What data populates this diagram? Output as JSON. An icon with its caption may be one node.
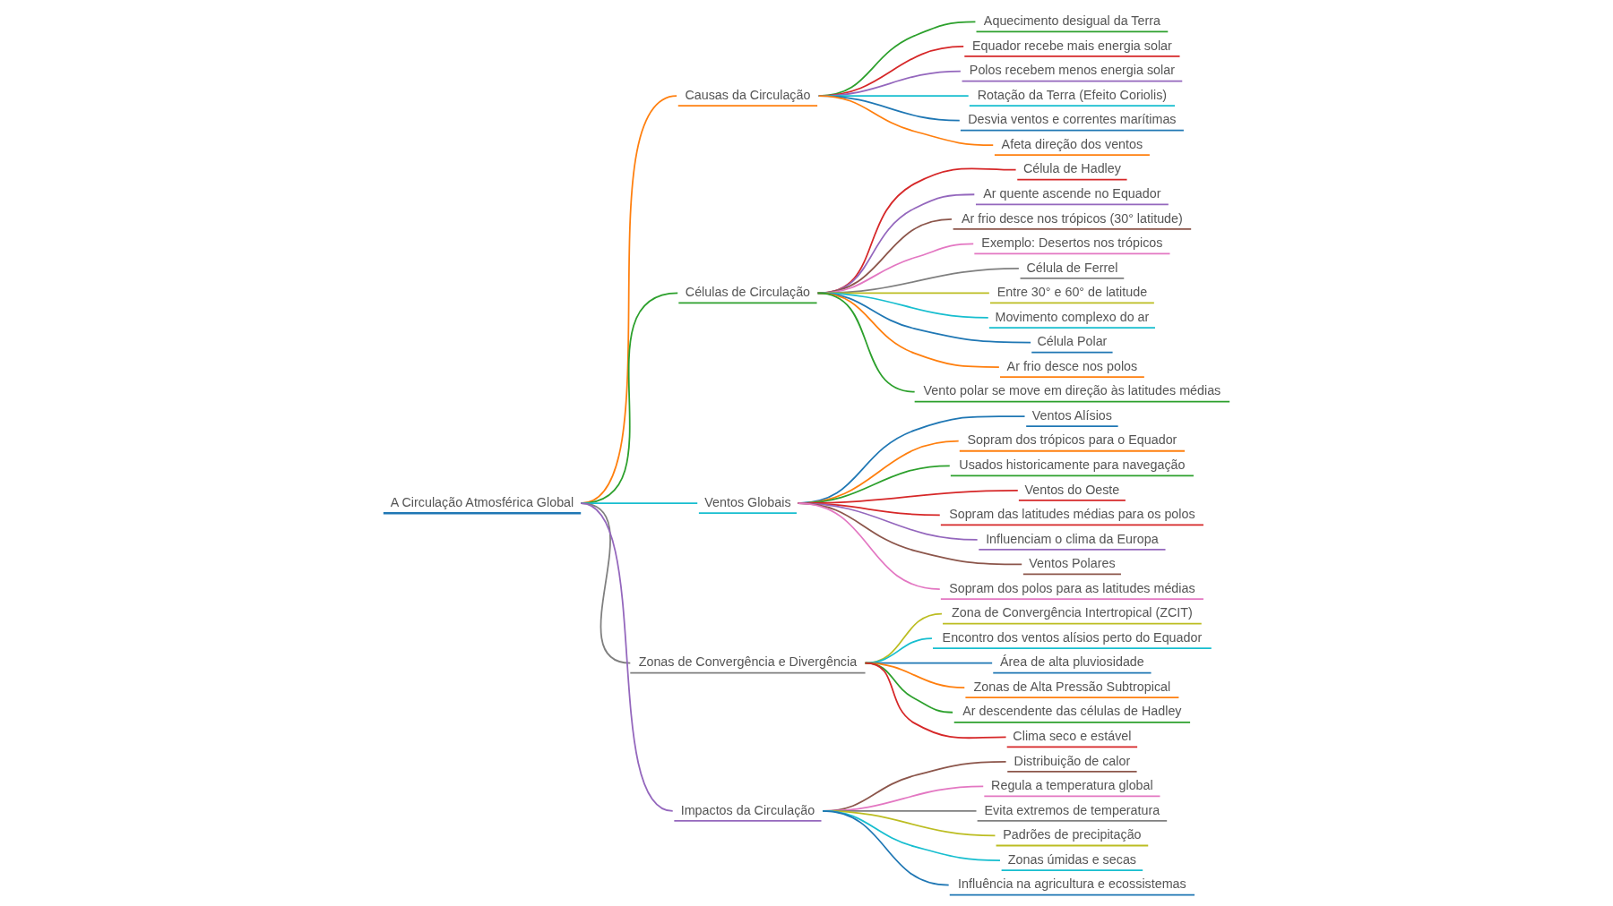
{
  "diagram": {
    "nodes": [
      {
        "text": [
          "A Circulação Atmosférica Global"
        ]
      },
      {
        "text": [
          "Causas da Circulação"
        ]
      },
      {
        "text": [
          "Aquecimento desigual da Terra"
        ]
      },
      {
        "text": [
          "Equador recebe mais energia solar"
        ]
      },
      {
        "text": [
          "Polos recebem menos energia solar"
        ]
      },
      {
        "text": [
          "Rotação da Terra (Efeito Coriolis)"
        ]
      },
      {
        "text": [
          "Desvia ventos e correntes marítimas"
        ]
      },
      {
        "text": [
          "Afeta direção dos ventos"
        ]
      },
      {
        "text": [
          "Células de Circulação"
        ]
      },
      {
        "text": [
          "Célula de Hadley"
        ]
      },
      {
        "text": [
          "Ar quente ascende no Equador"
        ]
      },
      {
        "text": [
          "Ar frio desce nos trópicos (30° latitude)"
        ]
      },
      {
        "text": [
          "Exemplo: Desertos nos trópicos"
        ]
      },
      {
        "text": [
          "Célula de Ferrel"
        ]
      },
      {
        "text": [
          "Entre 30° e 60° de latitude"
        ]
      },
      {
        "text": [
          "Movimento complexo do ar"
        ]
      },
      {
        "text": [
          "Célula Polar"
        ]
      },
      {
        "text": [
          "Ar frio desce nos polos"
        ]
      },
      {
        "text": [
          "Vento polar se move em direção às latitudes médias"
        ]
      },
      {
        "text": [
          "Ventos Globais"
        ]
      },
      {
        "text": [
          "Ventos Alísios"
        ]
      },
      {
        "text": [
          "Sopram dos trópicos para o Equador"
        ]
      },
      {
        "text": [
          "Usados historicamente para navegação"
        ]
      },
      {
        "text": [
          "Ventos do Oeste"
        ]
      },
      {
        "text": [
          "Sopram das latitudes médias para os polos"
        ]
      },
      {
        "text": [
          "Influenciam o clima da Europa"
        ]
      },
      {
        "text": [
          "Ventos Polares"
        ]
      },
      {
        "text": [
          "Sopram dos polos para as latitudes médias"
        ]
      },
      {
        "text": [
          "Zonas de Convergência e Divergência"
        ]
      },
      {
        "text": [
          "Zona de Convergência Intertropical (ZCIT)"
        ]
      },
      {
        "text": [
          "Encontro dos ventos alísios perto do Equador"
        ]
      },
      {
        "text": [
          "Área de alta pluviosidade"
        ]
      },
      {
        "text": [
          "Zonas de Alta Pressão Subtropical"
        ]
      },
      {
        "text": [
          "Ar descendente das células de Hadley"
        ]
      },
      {
        "text": [
          "Clima seco e estável"
        ]
      },
      {
        "text": [
          "Impactos da Circulação"
        ]
      },
      {
        "text": [
          "Distribuição de calor"
        ]
      },
      {
        "text": [
          "Regula a temperatura global"
        ]
      },
      {
        "text": [
          "Evita extremos de temperatura"
        ]
      },
      {
        "text": [
          "Padrões de precipitação"
        ]
      },
      {
        "text": [
          "Zonas úmidas e secas"
        ]
      },
      {
        "text": [
          "Influência na agricultura e ecossistemas"
        ]
      }
    ],
    "edges": [
      {
        "from": 0,
        "to": 1,
        "arrow": "none",
        "color": "#ff7f0e"
      },
      {
        "from": 1,
        "to": 2,
        "arrow": "none",
        "color": "#2ca02c"
      },
      {
        "from": 1,
        "to": 3,
        "arrow": "none",
        "color": "#d62728"
      },
      {
        "from": 1,
        "to": 4,
        "arrow": "none",
        "color": "#9467bd"
      },
      {
        "from": 1,
        "to": 5,
        "arrow": "none",
        "color": "#17becf"
      },
      {
        "from": 1,
        "to": 6,
        "arrow": "none",
        "color": "#1f77b4"
      },
      {
        "from": 1,
        "to": 7,
        "arrow": "none",
        "color": "#ff7f0e"
      },
      {
        "from": 0,
        "to": 8,
        "arrow": "none",
        "color": "#2ca02c"
      },
      {
        "from": 8,
        "to": 9,
        "arrow": "none",
        "color": "#d62728"
      },
      {
        "from": 8,
        "to": 10,
        "arrow": "none",
        "color": "#9467bd"
      },
      {
        "from": 8,
        "to": 11,
        "arrow": "none",
        "color": "#8c564b"
      },
      {
        "from": 8,
        "to": 12,
        "arrow": "none",
        "color": "#e377c2"
      },
      {
        "from": 8,
        "to": 13,
        "arrow": "none",
        "color": "#7f7f7f"
      },
      {
        "from": 8,
        "to": 14,
        "arrow": "none",
        "color": "#bcbd22"
      },
      {
        "from": 8,
        "to": 15,
        "arrow": "none",
        "color": "#17becf"
      },
      {
        "from": 8,
        "to": 16,
        "arrow": "none",
        "color": "#1f77b4"
      },
      {
        "from": 8,
        "to": 17,
        "arrow": "none",
        "color": "#ff7f0e"
      },
      {
        "from": 8,
        "to": 18,
        "arrow": "none",
        "color": "#2ca02c"
      },
      {
        "from": 0,
        "to": 19,
        "arrow": "none",
        "color": "#17becf"
      },
      {
        "from": 19,
        "to": 20,
        "arrow": "none",
        "color": "#1f77b4"
      },
      {
        "from": 19,
        "to": 21,
        "arrow": "none",
        "color": "#ff7f0e"
      },
      {
        "from": 19,
        "to": 22,
        "arrow": "none",
        "color": "#2ca02c"
      },
      {
        "from": 19,
        "to": 23,
        "arrow": "none",
        "color": "#d62728"
      },
      {
        "from": 19,
        "to": 24,
        "arrow": "none",
        "color": "#d62728"
      },
      {
        "from": 19,
        "to": 25,
        "arrow": "none",
        "color": "#9467bd"
      },
      {
        "from": 19,
        "to": 26,
        "arrow": "none",
        "color": "#8c564b"
      },
      {
        "from": 19,
        "to": 27,
        "arrow": "none",
        "color": "#e377c2"
      },
      {
        "from": 0,
        "to": 28,
        "arrow": "none",
        "color": "#7f7f7f"
      },
      {
        "from": 28,
        "to": 29,
        "arrow": "none",
        "color": "#bcbd22"
      },
      {
        "from": 28,
        "to": 30,
        "arrow": "none",
        "color": "#17becf"
      },
      {
        "from": 28,
        "to": 31,
        "arrow": "none",
        "color": "#1f77b4"
      },
      {
        "from": 28,
        "to": 32,
        "arrow": "none",
        "color": "#ff7f0e"
      },
      {
        "from": 28,
        "to": 33,
        "arrow": "none",
        "color": "#2ca02c"
      },
      {
        "from": 28,
        "to": 34,
        "arrow": "none",
        "color": "#d62728"
      },
      {
        "from": 0,
        "to": 35,
        "arrow": "none",
        "color": "#9467bd"
      },
      {
        "from": 35,
        "to": 36,
        "arrow": "none",
        "color": "#8c564b"
      },
      {
        "from": 35,
        "to": 37,
        "arrow": "none",
        "color": "#e377c2"
      },
      {
        "from": 35,
        "to": 38,
        "arrow": "none",
        "color": "#7f7f7f"
      },
      {
        "from": 35,
        "to": 39,
        "arrow": "none",
        "color": "#bcbd22"
      },
      {
        "from": 35,
        "to": 40,
        "arrow": "none",
        "color": "#17becf"
      },
      {
        "from": 35,
        "to": 41,
        "arrow": "none",
        "color": "#1f77b4"
      }
    ]
  }
}
